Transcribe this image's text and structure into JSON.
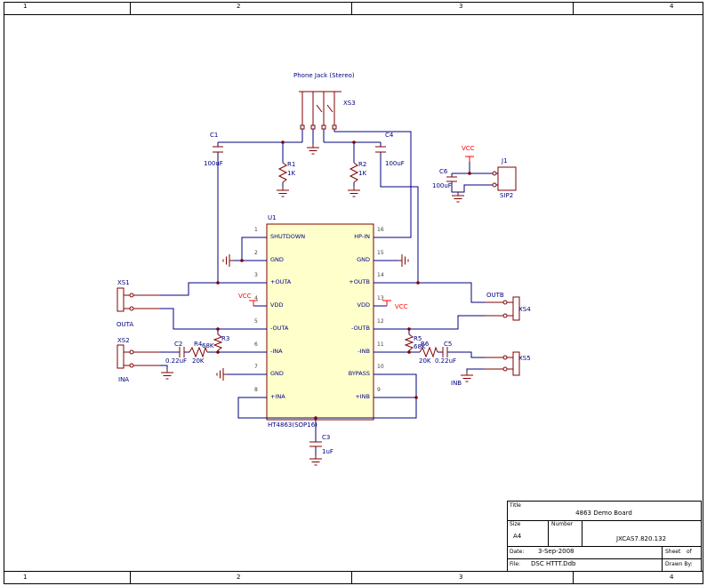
{
  "frame": {
    "cols": [
      "1",
      "2",
      "3",
      "4"
    ]
  },
  "title_block": {
    "title_label": "Title",
    "title": "4863 Demo Board",
    "size_label": "Size",
    "size": "A4",
    "number_label": "Number",
    "number": "JXCAS7.820.132",
    "date_label": "Date:",
    "date": "3-Sep-2008",
    "sheet_label": "Sheet",
    "of_label": "of",
    "file_label": "File:",
    "file": "DSC HTTT.Ddb",
    "drawn_label": "Drawn By:"
  },
  "ic": {
    "ref": "U1",
    "part": "HT4863(SOP16)",
    "left_pins": [
      {
        "num": "1",
        "name": "SHUTDOWN"
      },
      {
        "num": "2",
        "name": "GND"
      },
      {
        "num": "3",
        "name": "+OUTA"
      },
      {
        "num": "4",
        "name": "VDD"
      },
      {
        "num": "5",
        "name": "-OUTA"
      },
      {
        "num": "6",
        "name": "-INA"
      },
      {
        "num": "7",
        "name": "GND"
      },
      {
        "num": "8",
        "name": "+INA"
      }
    ],
    "right_pins": [
      {
        "num": "16",
        "name": "HP-IN"
      },
      {
        "num": "15",
        "name": "GND"
      },
      {
        "num": "14",
        "name": "+OUTB"
      },
      {
        "num": "13",
        "name": "VDD"
      },
      {
        "num": "12",
        "name": "-OUTB"
      },
      {
        "num": "11",
        "name": "-INB"
      },
      {
        "num": "10",
        "name": "BYPASS"
      },
      {
        "num": "9",
        "name": "+INB"
      }
    ]
  },
  "components": {
    "c1": {
      "ref": "C1",
      "value": "100uF"
    },
    "c2": {
      "ref": "C2",
      "value": "0.22uF"
    },
    "c3": {
      "ref": "C3",
      "value": "1uF"
    },
    "c4": {
      "ref": "C4",
      "value": "100uF"
    },
    "c5": {
      "ref": "C5",
      "value": "0.22uF"
    },
    "c6": {
      "ref": "C6",
      "value": "100uF"
    },
    "r1": {
      "ref": "R1",
      "value": "1K"
    },
    "r2": {
      "ref": "R2",
      "value": "1K"
    },
    "r3": {
      "ref": "R3",
      "value": "68K"
    },
    "r4": {
      "ref": "R4",
      "value": "20K"
    },
    "r5": {
      "ref": "R5",
      "value": "68K"
    },
    "r6": {
      "ref": "R6",
      "value": "20K"
    },
    "j1": {
      "ref": "J1",
      "value": "SIP2"
    },
    "xs1": {
      "ref": "XS1"
    },
    "xs2": {
      "ref": "XS2"
    },
    "xs3": {
      "ref": "XS3"
    },
    "xs4": {
      "ref": "XS4"
    },
    "xs5": {
      "ref": "XS5"
    }
  },
  "nets": {
    "outa": "OUTA",
    "ina": "INA",
    "outb": "OUTB",
    "inb": "INB",
    "vcc": "VCC"
  },
  "annotations": {
    "phone_jack": "Phone Jack (Stereo)"
  },
  "colors": {
    "wire": "#000080",
    "component": "#800000",
    "power": "#ff0000",
    "ic_fill": "#ffffcc"
  }
}
